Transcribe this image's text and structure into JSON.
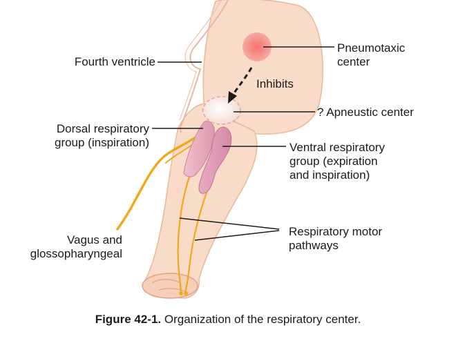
{
  "labels": {
    "pneumotaxic": [
      "Pneumotaxic",
      "center"
    ],
    "inhibits": "Inhibits",
    "fourth_ventricle": "Fourth ventricle",
    "apneustic": "? Apneustic center",
    "dorsal": [
      "Dorsal respiratory",
      "group (inspiration)"
    ],
    "ventral": [
      "Ventral respiratory",
      "group (expiration",
      "and inspiration)"
    ],
    "vagus": [
      "Vagus and",
      "glossopharyngeal"
    ],
    "motor": [
      "Respiratory motor",
      "pathways"
    ]
  },
  "caption": {
    "number": "Figure 42-1.",
    "text": "Organization of the respiratory center."
  },
  "colors": {
    "tissue": "#f9dcc8",
    "tissue_outline": "#e8b79c",
    "pneumotaxic": "#f48a86",
    "dorsal_group": "#e6a3b4",
    "ventral_group": "#dc9ab6",
    "nerve": "#f2a81d",
    "line": "#1a1a1a"
  }
}
